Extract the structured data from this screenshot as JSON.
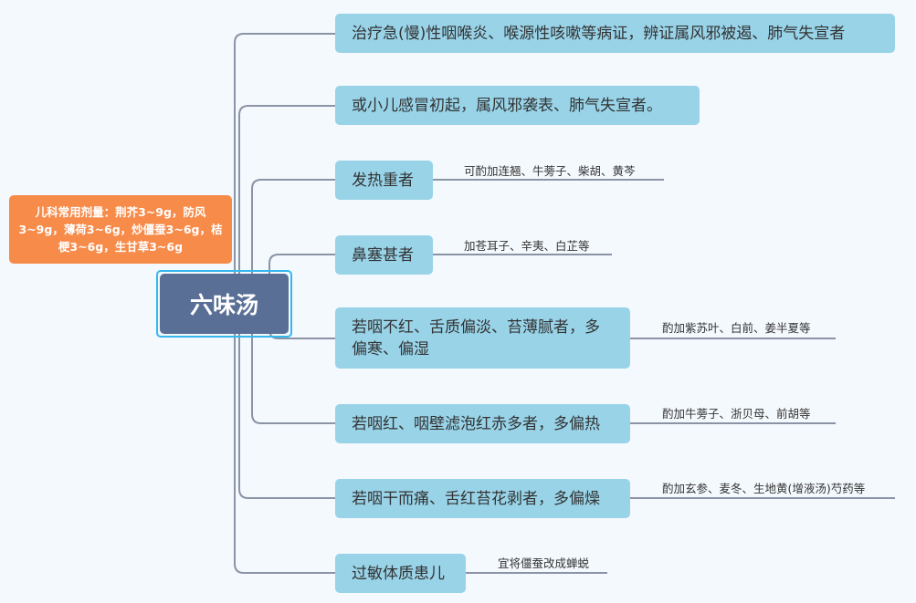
{
  "root": {
    "label": "六味汤"
  },
  "dosage_note": "儿科常用剂量：荆芥3~9g，防风3~9g，薄荷3~6g，炒僵蚕3~6g，桔梗3~6g，生甘草3~6g",
  "branches": [
    {
      "label": "治疗急(慢)性咽喉炎、喉源性咳嗽等病证，辨证属风邪被遏、肺气失宣者"
    },
    {
      "label": "或小儿感冒初起，属风邪袭表、肺气失宣者。"
    },
    {
      "label": "发热重者",
      "note": "可酌加连翘、牛蒡子、柴胡、黄芩"
    },
    {
      "label": "鼻塞甚者",
      "note": "加苍耳子、辛夷、白芷等"
    },
    {
      "label": "若咽不红、舌质偏淡、苔薄腻者，多偏寒、偏湿",
      "note": "酌加紫苏叶、白前、姜半夏等"
    },
    {
      "label": "若咽红、咽壁滤泡红赤多者，多偏热",
      "note": "酌加牛蒡子、浙贝母、前胡等"
    },
    {
      "label": "若咽干而痛、舌红苔花剥者，多偏燥",
      "note": "酌加玄参、麦冬、生地黄(增液汤)芍药等"
    },
    {
      "label": "过敏体质患儿",
      "note": "宜将僵蚕改成蝉蜕"
    }
  ],
  "colors": {
    "root": "#5a6f96",
    "branch": "#98d3e8",
    "dose": "#f78b4a",
    "line": "#8a94a6"
  }
}
